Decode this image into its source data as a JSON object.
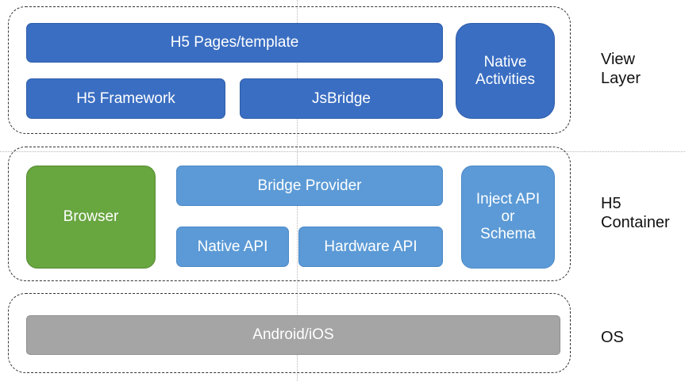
{
  "view_layer": {
    "h5_pages": "H5 Pages/template",
    "h5_framework": "H5 Framework",
    "jsbridge": "JsBridge",
    "native_activities": "Native\nActivities",
    "label": "View\nLayer"
  },
  "h5_container": {
    "browser": "Browser",
    "bridge_provider": "Bridge Provider",
    "native_api": "Native API",
    "hardware_api": "Hardware API",
    "inject_api": "Inject API\nor\nSchema",
    "label": "H5\nContainer"
  },
  "os_layer": {
    "platform": "Android/iOS",
    "label": "OS"
  }
}
